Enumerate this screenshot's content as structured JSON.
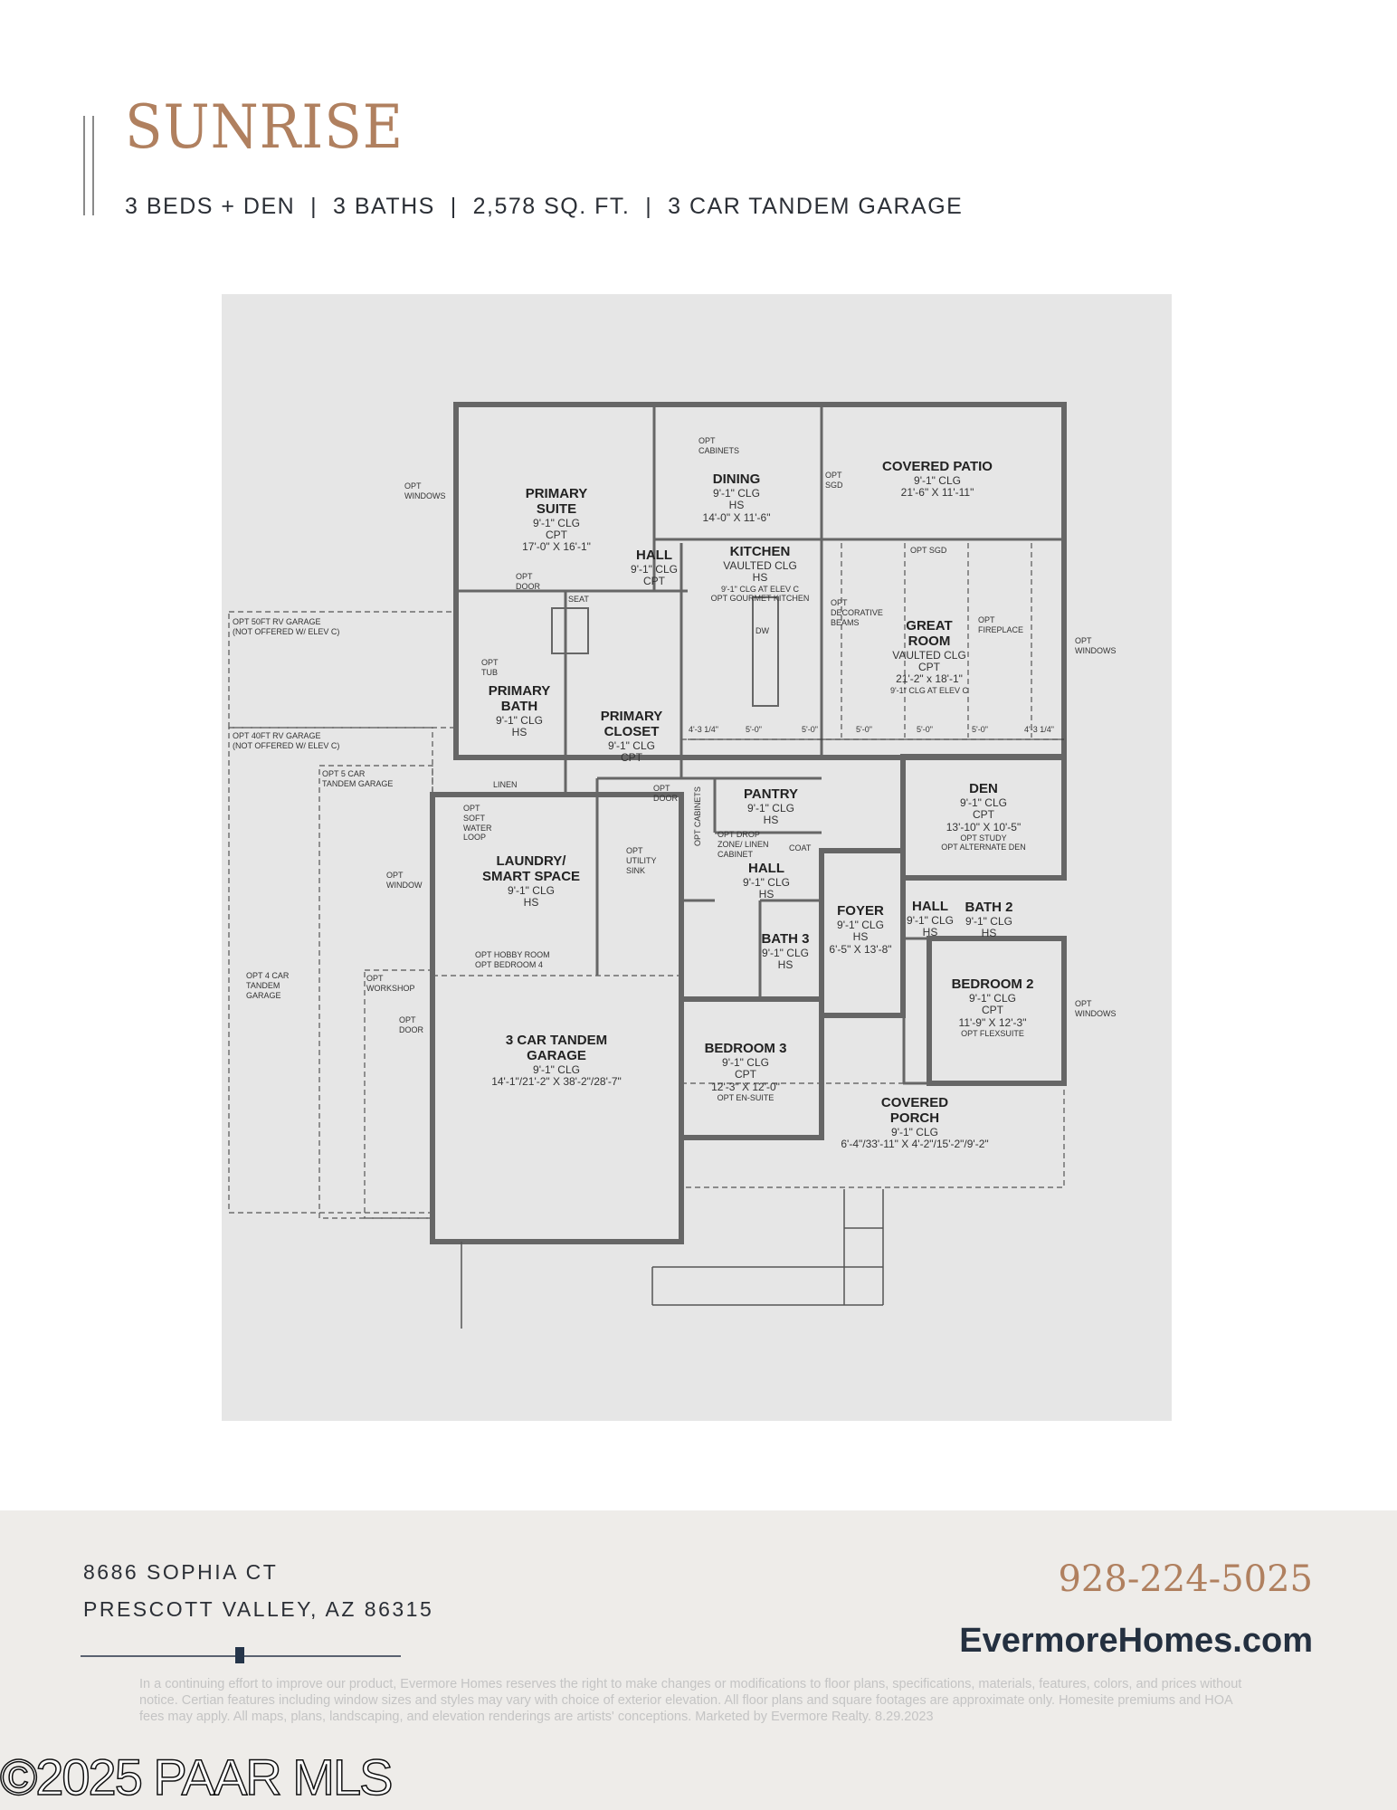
{
  "header": {
    "title": "SUNRISE",
    "subtitle": "3 BEDS + DEN  |  3 BATHS  |  2,578 SQ. FT.  |  3 CAR TANDEM GARAGE"
  },
  "floorplan": {
    "rooms": [
      {
        "id": "primary-suite",
        "name": "PRIMARY\nSUITE",
        "details": [
          "9'-1\" CLG",
          "CPT",
          "17'-0\" X 16'-1\""
        ]
      },
      {
        "id": "dining",
        "name": "DINING",
        "details": [
          "9'-1\" CLG",
          "HS",
          "14'-0\" X 11'-6\""
        ]
      },
      {
        "id": "covered-patio",
        "name": "COVERED PATIO",
        "details": [
          "9'-1\" CLG",
          "21'-6\" X 11'-11\""
        ]
      },
      {
        "id": "hall-1",
        "name": "HALL",
        "details": [
          "9'-1\" CLG",
          "CPT"
        ]
      },
      {
        "id": "kitchen",
        "name": "KITCHEN",
        "details": [
          "VAULTED CLG",
          "HS"
        ],
        "options": [
          "9'-1\" CLG AT ELEV C",
          "OPT GOURMET KITCHEN"
        ]
      },
      {
        "id": "great-room",
        "name": "GREAT\nROOM",
        "details": [
          "VAULTED CLG",
          "CPT",
          "21'-2\" x 18'-1\""
        ],
        "options": [
          "9'-1\" CLG AT ELEV C"
        ]
      },
      {
        "id": "primary-bath",
        "name": "PRIMARY\nBATH",
        "details": [
          "9'-1\" CLG",
          "HS"
        ]
      },
      {
        "id": "primary-closet",
        "name": "PRIMARY\nCLOSET",
        "details": [
          "9'-1\" CLG",
          "CPT"
        ]
      },
      {
        "id": "laundry",
        "name": "LAUNDRY/\nSMART SPACE",
        "details": [
          "9'-1\" CLG",
          "HS"
        ]
      },
      {
        "id": "pantry",
        "name": "PANTRY",
        "details": [
          "9'-1\" CLG",
          "HS"
        ]
      },
      {
        "id": "hall-2",
        "name": "HALL",
        "details": [
          "9'-1\" CLG",
          "HS"
        ]
      },
      {
        "id": "den",
        "name": "DEN",
        "details": [
          "9'-1\" CLG",
          "CPT",
          "13'-10\" X 10'-5\""
        ],
        "options": [
          "OPT STUDY",
          "OPT ALTERNATE DEN"
        ]
      },
      {
        "id": "foyer",
        "name": "FOYER",
        "details": [
          "9'-1\" CLG",
          "HS",
          "6'-5\" X 13'-8\""
        ]
      },
      {
        "id": "hall-3",
        "name": "HALL",
        "details": [
          "9'-1\" CLG",
          "HS"
        ]
      },
      {
        "id": "bath-2",
        "name": "BATH 2",
        "details": [
          "9'-1\" CLG",
          "HS"
        ]
      },
      {
        "id": "bath-3",
        "name": "BATH 3",
        "details": [
          "9'-1\" CLG",
          "HS"
        ]
      },
      {
        "id": "bedroom-2",
        "name": "BEDROOM 2",
        "details": [
          "9'-1\" CLG",
          "CPT",
          "11'-9\" X 12'-3\""
        ],
        "options": [
          "OPT FLEXSUITE"
        ]
      },
      {
        "id": "garage",
        "name": "3 CAR TANDEM\nGARAGE",
        "details": [
          "9'-1\" CLG",
          " ",
          "14'-1\"/21'-2\" X 38'-2\"/28'-7\""
        ]
      },
      {
        "id": "bedroom-3",
        "name": "BEDROOM 3",
        "details": [
          "9'-1\" CLG",
          "CPT",
          "12'-3\" X 12'-0\""
        ],
        "options": [
          "OPT EN-SUITE"
        ]
      },
      {
        "id": "covered-porch",
        "name": "COVERED\nPORCH",
        "details": [
          "9'-1\" CLG",
          " ",
          "6'-4\"/33'-11\" X 4'-2\"/15'-2\"/9'-2\""
        ]
      }
    ],
    "notes": [
      {
        "id": "opt-windows-1",
        "text": "OPT\nWINDOWS"
      },
      {
        "id": "opt-cabinets",
        "text": "OPT\nCABINETS"
      },
      {
        "id": "opt-sgd-1",
        "text": "OPT\nSGD"
      },
      {
        "id": "opt-sgd-2",
        "text": "OPT SGD"
      },
      {
        "id": "opt-door-1",
        "text": "OPT\nDOOR"
      },
      {
        "id": "seat",
        "text": "SEAT"
      },
      {
        "id": "opt-decorative-beams",
        "text": "OPT\nDECORATIVE\nBEAMS"
      },
      {
        "id": "opt-fireplace",
        "text": "OPT\nFIREPLACE"
      },
      {
        "id": "opt-windows-2",
        "text": "OPT\nWINDOWS"
      },
      {
        "id": "opt-50ft-rv",
        "text": "OPT 50FT RV GARAGE\n(NOT OFFERED W/ ELEV C)"
      },
      {
        "id": "opt-40ft-rv",
        "text": "OPT 40FT RV GARAGE\n(NOT OFFERED W/ ELEV C)"
      },
      {
        "id": "opt-tub",
        "text": "OPT\nTUB"
      },
      {
        "id": "opt-5-car",
        "text": "OPT 5 CAR\nTANDEM GARAGE"
      },
      {
        "id": "linen",
        "text": "LINEN"
      },
      {
        "id": "opt-door-2",
        "text": "OPT\nDOOR"
      },
      {
        "id": "opt-cabinets-2",
        "text": "OPT CABINETS"
      },
      {
        "id": "opt-soft-water",
        "text": "OPT\nSOFT\nWATER\nLOOP"
      },
      {
        "id": "opt-utility-sink",
        "text": "OPT\nUTILITY\nSINK"
      },
      {
        "id": "opt-drop-zone",
        "text": "OPT DROP\nZONE/ LINEN\nCABINET"
      },
      {
        "id": "coat",
        "text": "COAT"
      },
      {
        "id": "opt-window",
        "text": "OPT\nWINDOW"
      },
      {
        "id": "opt-hobby",
        "text": "OPT HOBBY ROOM\nOPT BEDROOM 4"
      },
      {
        "id": "opt-4-car",
        "text": "OPT 4 CAR\nTANDEM\nGARAGE"
      },
      {
        "id": "opt-workshop",
        "text": "OPT\nWORKSHOP"
      },
      {
        "id": "opt-door-3",
        "text": "OPT\nDOOR"
      },
      {
        "id": "opt-windows-3",
        "text": "OPT\nWINDOWS"
      },
      {
        "id": "dw",
        "text": "DW"
      }
    ],
    "beam_dims": [
      "4'-3 1/4\"",
      "5'-0\"",
      "5'-0\"",
      "5'-0\"",
      "5'-0\"",
      "5'-0\"",
      "4'-3 1/4\""
    ]
  },
  "footer": {
    "address_line1": "8686 SOPHIA CT",
    "address_line2": "PRESCOTT VALLEY, AZ 86315",
    "phone": "928-224-5025",
    "website": "EvermoreHomes.com",
    "disclaimer": "In a continuing effort to improve our product, Evermore Homes reserves the right to make changes or modifications to floor plans, specifications, materials, features, colors, and prices without notice. Certian features including window sizes and styles may vary with choice of exterior elevation. All floor plans and square footages are approximate only. Homesite premiums and HOA fees may apply. All maps, plans, landscaping, and elevation renderings are artists' conceptions. Marketed by Evermore Realty. 8.29.2023",
    "watermark": "©2025 PAAR MLS"
  },
  "colors": {
    "accent": "#b0805f",
    "navy": "#243040",
    "plan_bg": "#e6e6e6",
    "footer_bg": "#eeece9"
  }
}
